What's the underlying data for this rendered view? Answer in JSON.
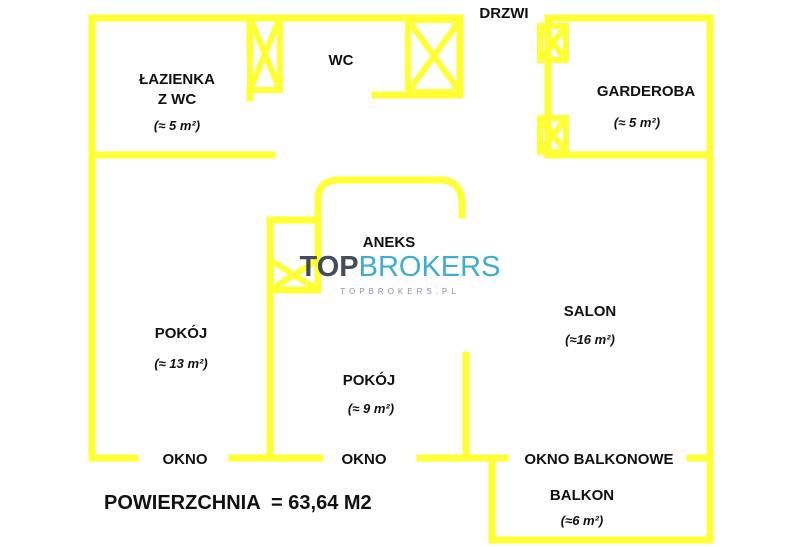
{
  "colors": {
    "wall": "#ffff33",
    "text": "#111111",
    "brand_dark": "#2f3a4a",
    "brand_accent": "#2aa6c9"
  },
  "labels": {
    "door": "DRZWI",
    "bathroom_line1": "ŁAZIENKA",
    "bathroom_line2": "Z WC",
    "bathroom_area": "(≈ 5 m²)",
    "wc": "WC",
    "wardrobe": "GARDEROBA",
    "wardrobe_area": "(≈ 5 m²)",
    "kitchenette": "ANEKS",
    "living_room": "SALON",
    "living_room_area": "(≈16 m²)",
    "room_left": "POKÓJ",
    "room_left_area": "(≈ 13 m²)",
    "room_middle": "POKÓJ",
    "room_middle_area": "(≈ 9 m²)",
    "window_left": "OKNO",
    "window_middle": "OKNO",
    "window_balcony": "OKNO BALKONOWE",
    "balcony": "BALKON",
    "balcony_area": "(≈6 m²)",
    "total_area": "POWIERZCHNIA  = 63,64 M2"
  },
  "watermark": {
    "brand_part1": "TOP",
    "brand_part2": "BROKERS",
    "url": "TOPBROKERS.PL"
  }
}
